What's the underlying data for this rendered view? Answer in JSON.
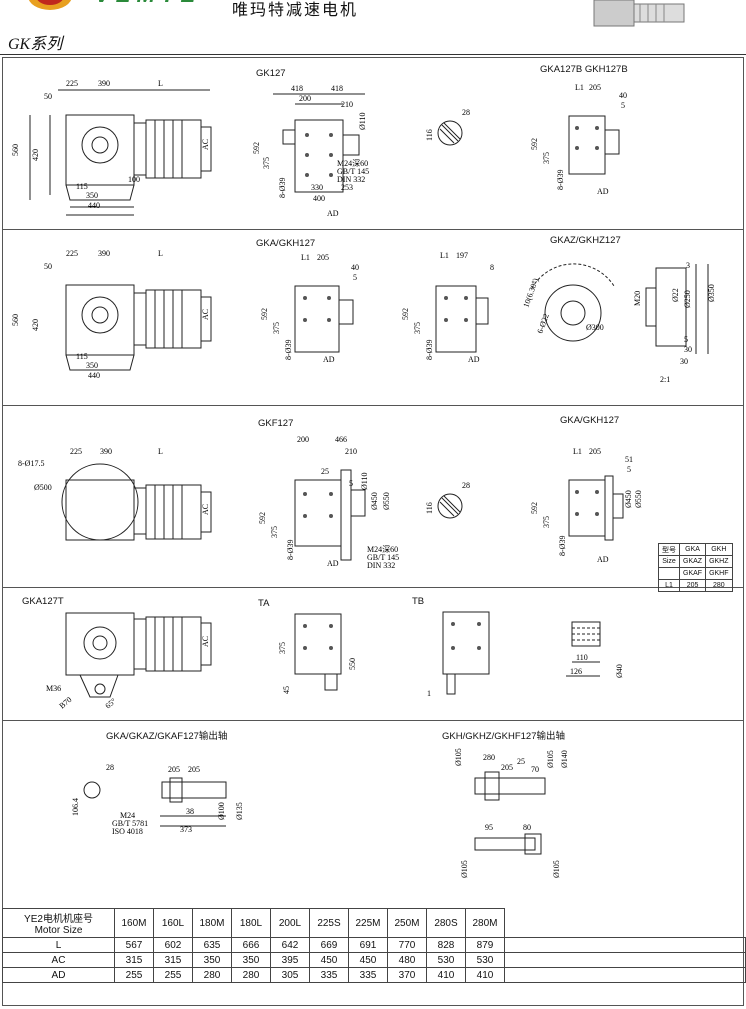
{
  "header": {
    "series_title": "GK系列",
    "brand_text": "唯玛特减速电机"
  },
  "sections": {
    "s1": {
      "gk127": "GK127",
      "gka127b": "GKA127B  GKH127B",
      "dims_left": [
        "225",
        "390",
        "L",
        "50",
        "560",
        "420",
        "115",
        "115",
        "350",
        "440",
        "100",
        "AC"
      ],
      "dims_mid": [
        "418",
        "418",
        "200",
        "210",
        "Ø110",
        "592",
        "375",
        "8-Ø39",
        "330",
        "253",
        "400",
        "AD",
        "M24深60",
        "GB/T 145",
        "DIN 332"
      ],
      "dims_key": [
        "28",
        "116"
      ],
      "dims_right": [
        "L1",
        "205",
        "40",
        "5",
        "592",
        "375",
        "8-Ø39",
        "AD"
      ]
    },
    "s2": {
      "gka": "GKA/GKH127",
      "gkaz": "GKAZ/GKHZ127",
      "dims_right": [
        "L1",
        "197",
        "8",
        "592",
        "375",
        "8-Ø39",
        "AD"
      ],
      "dims_flange": [
        "10(6.30°)",
        "6-Ø22",
        "Ø300",
        "M20",
        "3",
        "Ø22",
        "Ø250",
        "Ø350",
        "5",
        "30",
        "30",
        "2:1"
      ]
    },
    "s3": {
      "gkf": "GKF127",
      "gka": "GKA/GKH127",
      "dims_left": [
        "8-Ø17.5",
        "225",
        "390",
        "L",
        "Ø500",
        "AC"
      ],
      "dims_mid": [
        "200",
        "466",
        "210",
        "25",
        "Ø110",
        "Ø450",
        "Ø550",
        "5",
        "592",
        "375",
        "8-Ø39",
        "AD",
        "M24深60",
        "GB/T 145",
        "DIN 332"
      ],
      "dims_right": [
        "L1",
        "205",
        "51",
        "5",
        "592",
        "375",
        "8-Ø39",
        "AD",
        "Ø450",
        "Ø550"
      ],
      "size_table": {
        "head": [
          "型号",
          "GKA",
          "GKH"
        ],
        "row2": [
          "Size",
          "GKAZ",
          "GKHZ"
        ],
        "row3": [
          "",
          "GKAF",
          "GKHF"
        ],
        "row4": [
          "L1",
          "205",
          "280"
        ]
      }
    },
    "s4": {
      "gka127t": "GKA127T",
      "ta": "TA",
      "tb": "TB",
      "dims": [
        "M36",
        "B70",
        "65°",
        "375",
        "45",
        "550",
        "1",
        "110",
        "126",
        "Ø40"
      ]
    },
    "s5": {
      "left_title": "GKA/GKAZ/GKAF127输出轴",
      "right_title": "GKH/GKHZ/GKHF127输出轴",
      "dims_left": [
        "28",
        "106.4",
        "205",
        "205",
        "38",
        "373",
        "M24",
        "GB/T 5781",
        "ISO 4018",
        "Ø100",
        "Ø135"
      ],
      "dims_right": [
        "Ø105",
        "280",
        "205",
        "25",
        "70",
        "Ø105",
        "Ø140",
        "95",
        "80",
        "Ø105",
        "Ø105"
      ]
    }
  },
  "motor_table": {
    "header_line1": "YE2电机机座号",
    "header_line2": "Motor Size",
    "sizes": [
      "160M",
      "160L",
      "180M",
      "180L",
      "200L",
      "225S",
      "225M",
      "250M",
      "280S",
      "280M"
    ],
    "rows": [
      {
        "label": "L",
        "values": [
          "567",
          "602",
          "635",
          "666",
          "642",
          "669",
          "691",
          "770",
          "828",
          "879"
        ]
      },
      {
        "label": "AC",
        "values": [
          "315",
          "315",
          "350",
          "350",
          "395",
          "450",
          "450",
          "480",
          "530",
          "530"
        ]
      },
      {
        "label": "AD",
        "values": [
          "255",
          "255",
          "280",
          "280",
          "305",
          "335",
          "335",
          "370",
          "410",
          "410"
        ]
      }
    ]
  }
}
